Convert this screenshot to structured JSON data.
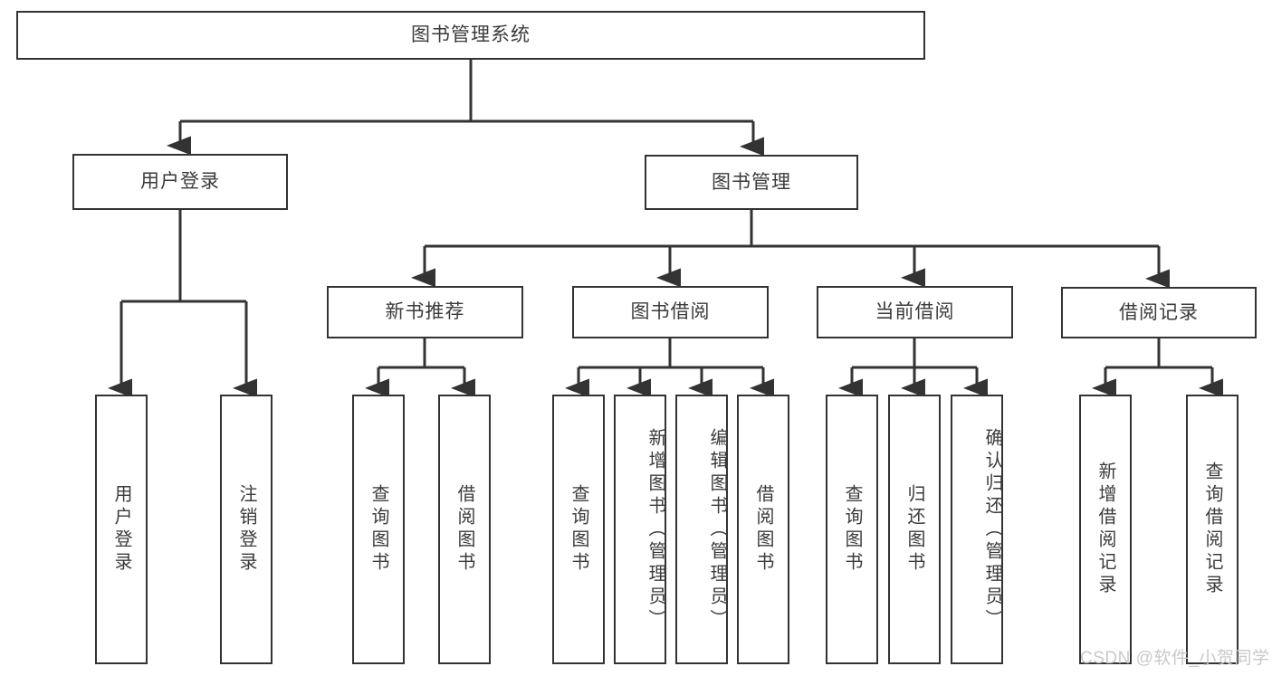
{
  "diagram": {
    "type": "tree-hierarchy-chart",
    "title": "图书管理系统",
    "line_color": "#333333",
    "box_fill": "#ffffff",
    "text_color": "#3b3b3b",
    "watermark": "CSDN @软件_小贺同学",
    "watermark_color": "#c9c9c9"
  },
  "nodes": {
    "root": {
      "label": "图书管理系统"
    },
    "level2": [
      {
        "label": "用户登录"
      },
      {
        "label": "图书管理"
      }
    ],
    "level3": [
      {
        "label": "新书推荐"
      },
      {
        "label": "图书借阅"
      },
      {
        "label": "当前借阅"
      },
      {
        "label": "借阅记录"
      }
    ],
    "leaves_user_login": [
      {
        "label": "用户登录"
      },
      {
        "label": "注销登录"
      }
    ],
    "leaves_new_book": [
      {
        "label": "查询图书"
      },
      {
        "label": "借阅图书"
      }
    ],
    "leaves_borrow": [
      {
        "label": "查询图书"
      },
      {
        "label": "新增图书（管理员）"
      },
      {
        "label": "编辑图书（管理员）"
      },
      {
        "label": "借阅图书"
      }
    ],
    "leaves_current": [
      {
        "label": "查询图书"
      },
      {
        "label": "归还图书"
      },
      {
        "label": "确认归还（管理员）"
      }
    ],
    "leaves_records": [
      {
        "label": "新增借阅记录"
      },
      {
        "label": "查询借阅记录"
      }
    ]
  },
  "chart_data": {
    "type": "table",
    "title": "图书管理系统 功能结构图",
    "tree": {
      "name": "图书管理系统",
      "children": [
        {
          "name": "用户登录",
          "children": [
            {
              "name": "用户登录"
            },
            {
              "name": "注销登录"
            }
          ]
        },
        {
          "name": "图书管理",
          "children": [
            {
              "name": "新书推荐",
              "children": [
                {
                  "name": "查询图书"
                },
                {
                  "name": "借阅图书"
                }
              ]
            },
            {
              "name": "图书借阅",
              "children": [
                {
                  "name": "查询图书"
                },
                {
                  "name": "新增图书（管理员）"
                },
                {
                  "name": "编辑图书（管理员）"
                },
                {
                  "name": "借阅图书"
                }
              ]
            },
            {
              "name": "当前借阅",
              "children": [
                {
                  "name": "查询图书"
                },
                {
                  "name": "归还图书"
                },
                {
                  "name": "确认归还（管理员）"
                }
              ]
            },
            {
              "name": "借阅记录",
              "children": [
                {
                  "name": "新增借阅记录"
                },
                {
                  "name": "查询借阅记录"
                }
              ]
            }
          ]
        }
      ]
    }
  }
}
